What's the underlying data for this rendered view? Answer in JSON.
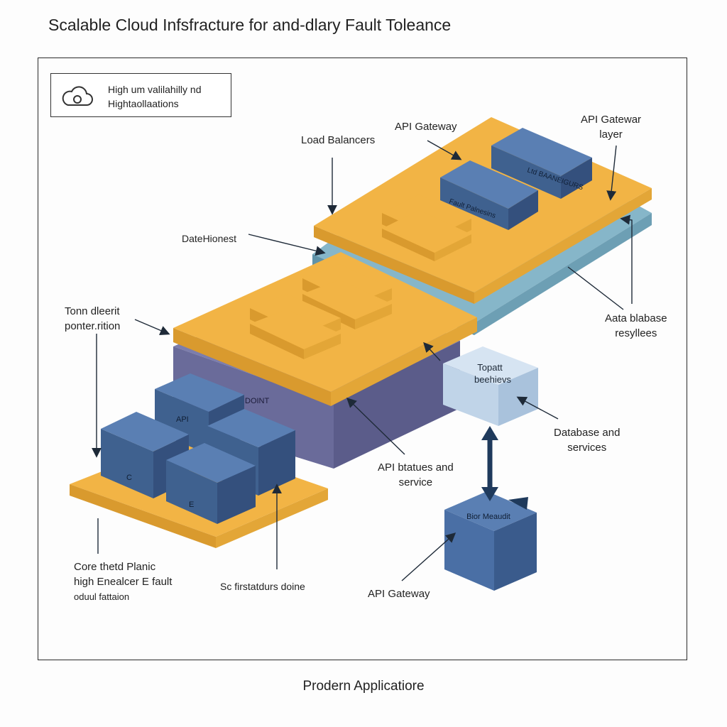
{
  "title": "Scalable Cloud Infsfracture for and-dlary Fault Toleance",
  "subtitle": "Prodern Applicatiore",
  "legend": {
    "icon": "cloud-icon",
    "line1": "High um valilahilly nd",
    "line2": "Hightaollaations"
  },
  "labels": {
    "api_gateway_top": "API Gateway",
    "api_gateway_layer_1": "API Gatewar",
    "api_gateway_layer_2": "layer",
    "load_balancers": "Load Balancers",
    "datehionest": "DateHionest",
    "tonn_1": "Tonn dleerit",
    "tonn_2": "ponter.rition",
    "aata_1": "Aata blabase",
    "aata_2": "resyllees",
    "database_1": "Database and",
    "database_2": "services",
    "api_bates_1": "API btatues and",
    "api_bates_2": "service",
    "core_1": "Core thetd Planic",
    "core_2": "high Enealcer E fault",
    "core_3": "oduul fattaion",
    "sc_first": "Sc firstatdurs doine",
    "api_gateway_bottom": "API Gateway"
  },
  "box_labels": {
    "dark_box_1": "Ltd BAANEIGURS",
    "dark_box_2": "Fault Palnesins",
    "light_cube_1": "Topatt",
    "light_cube_2": "beehievs",
    "bottom_cube": "Bior Meaudit",
    "api_box": "API",
    "dont": "DOINT",
    "box_c": "C",
    "box_e": "E"
  },
  "colors": {
    "orange": "#f2b445",
    "orange_dark": "#d99a2e",
    "blue": "#4a6fa5",
    "blue_dark": "#34507d",
    "teal": "#7fb0c4",
    "purple": "#6e6f9e",
    "light_blue": "#c5d8ea",
    "arrow": "#1f3a5c"
  }
}
